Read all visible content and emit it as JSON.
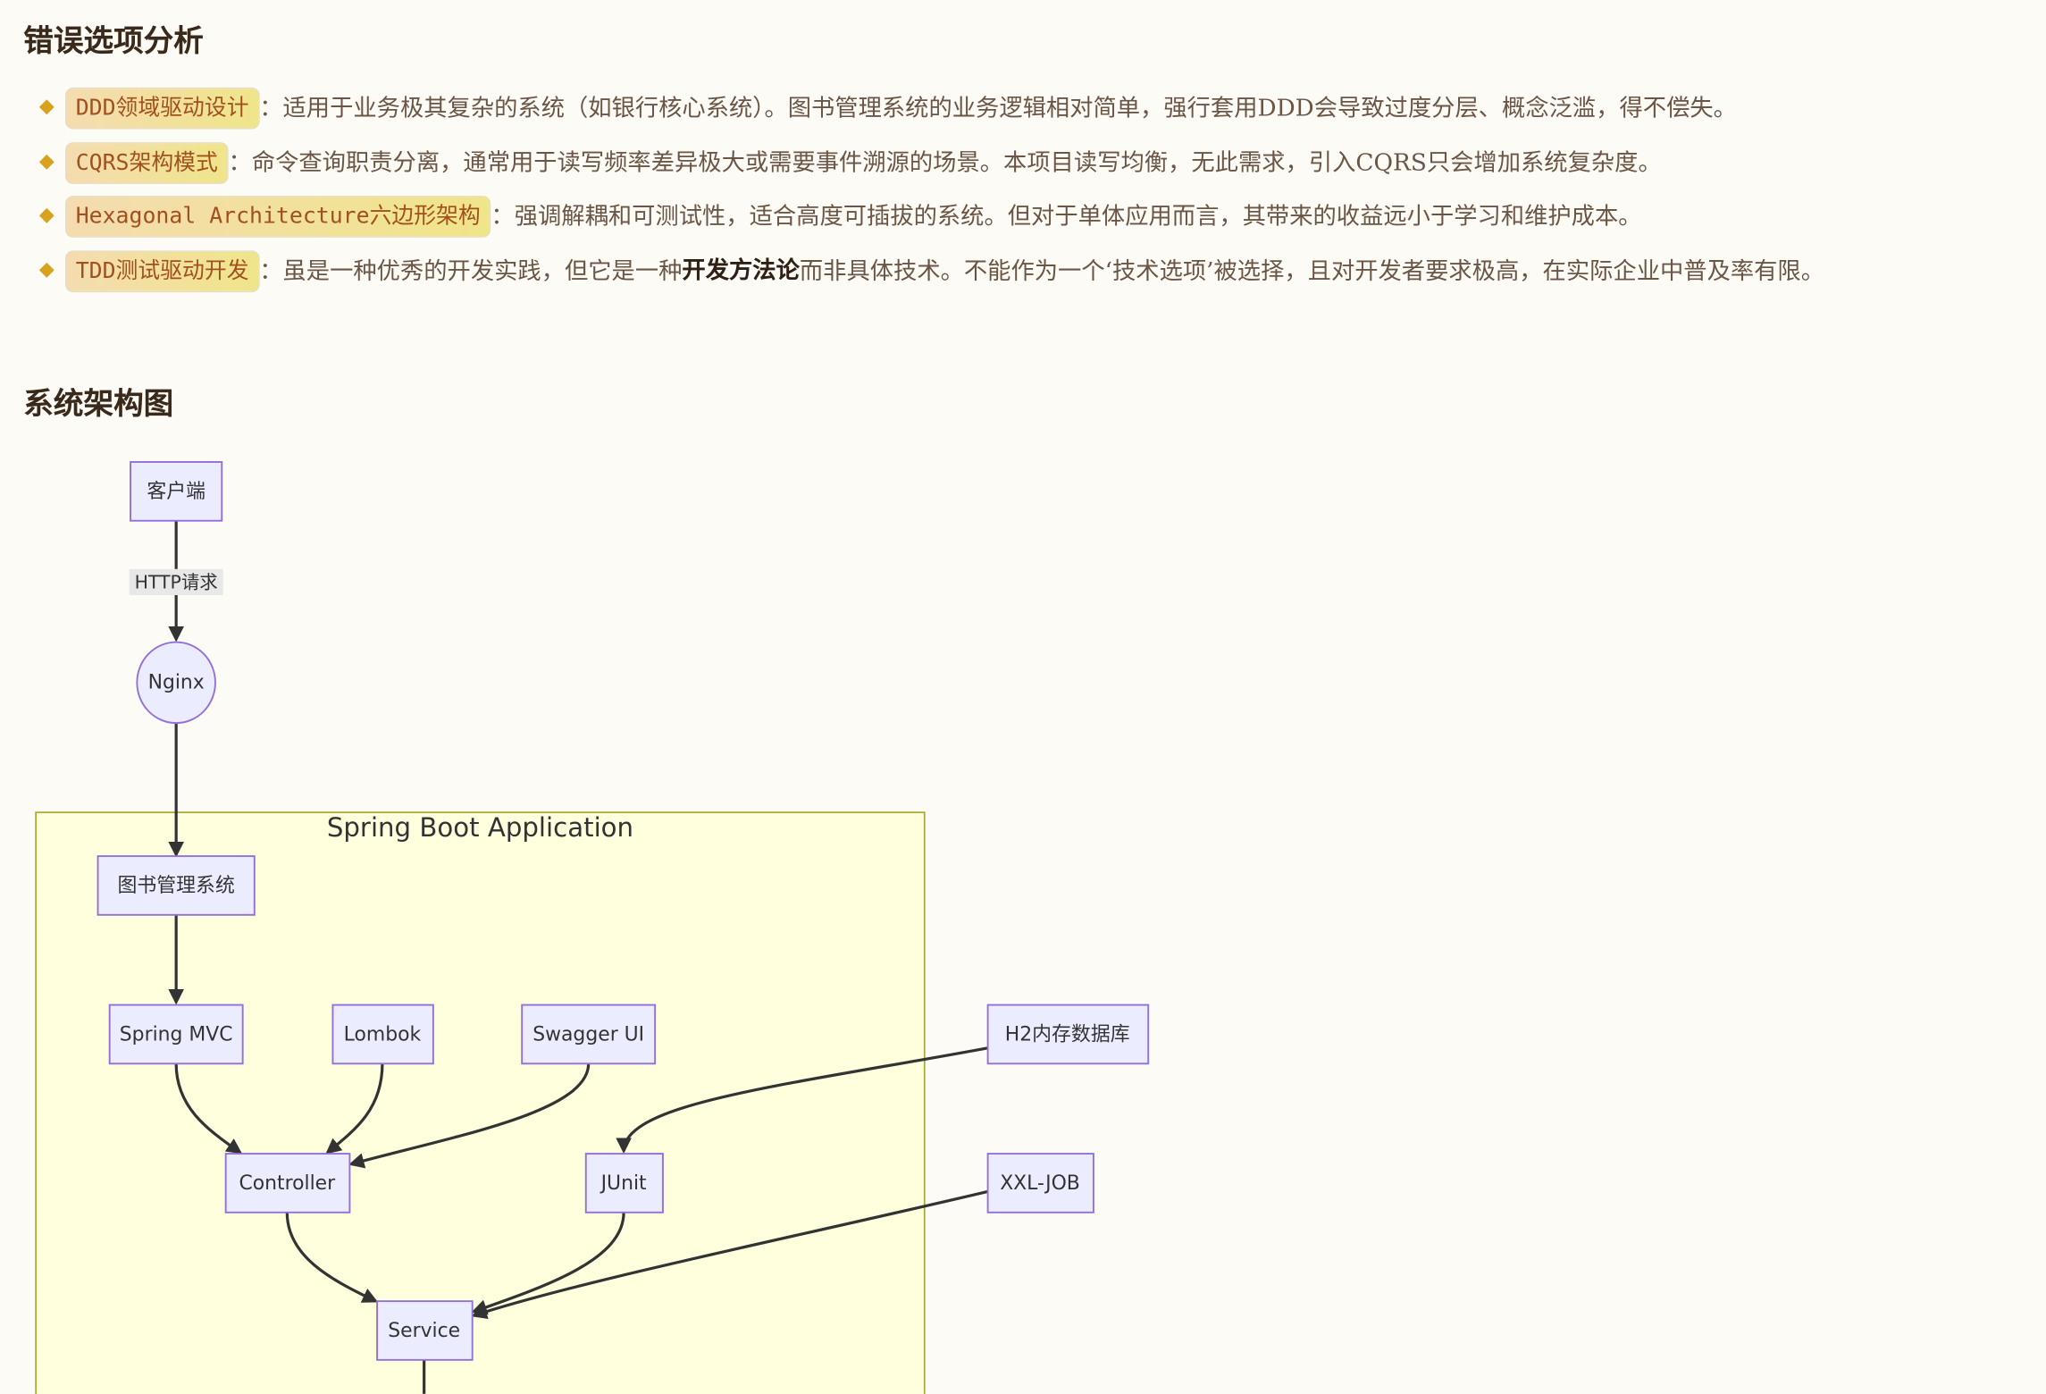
{
  "analysis": {
    "title": "错误选项分析",
    "items": [
      {
        "term": "DDD领域驱动设计",
        "desc": "：适用于业务极其复杂的系统（如银行核心系统）。图书管理系统的业务逻辑相对简单，强行套用DDD会导致过度分层、概念泛滥，得不偿失。"
      },
      {
        "term": "CQRS架构模式",
        "desc": "：命令查询职责分离，通常用于读写频率差异极大或需要事件溯源的场景。本项目读写均衡，无此需求，引入CQRS只会增加系统复杂度。"
      },
      {
        "term": "Hexagonal Architecture六边形架构",
        "desc": "：强调解耦和可测试性，适合高度可插拔的系统。但对于单体应用而言，其带来的收益远小于学习和维护成本。"
      },
      {
        "term": "TDD测试驱动开发",
        "desc_before": "：虽是一种优秀的开发实践，但它是一种",
        "desc_bold": "开发方法论",
        "desc_after": "而非具体技术。不能作为一个‘技术选项’被选择，且对开发者要求极高，在实际企业中普及率有限。"
      }
    ]
  },
  "diagram": {
    "title": "系统架构图",
    "subgraph_title": "Spring Boot Application",
    "edge_label": "HTTP请求",
    "nodes": {
      "client": "客户端",
      "nginx": "Nginx",
      "library": "图书管理系统",
      "spring_mvc": "Spring MVC",
      "lombok": "Lombok",
      "swagger": "Swagger UI",
      "h2": "H2内存数据库",
      "controller": "Controller",
      "junit": "JUnit",
      "xxl_job": "XXL-JOB",
      "service": "Service"
    },
    "colors": {
      "node_fill": "#ececff",
      "node_stroke": "#9370db",
      "subgraph_fill": "#ffffde",
      "subgraph_stroke": "#aaaa33",
      "badge_text": "#a2501e",
      "bullet": "#d9a21e"
    }
  }
}
